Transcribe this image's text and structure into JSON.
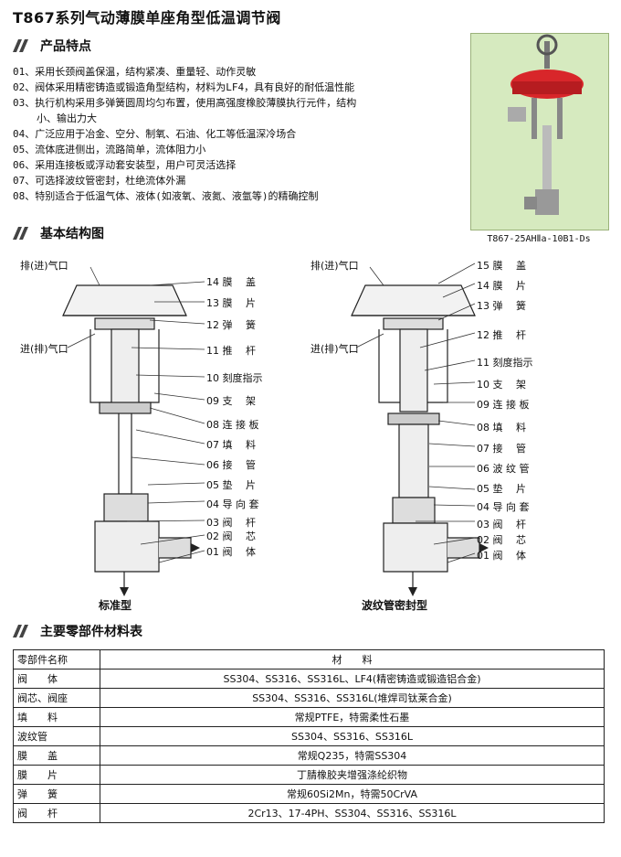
{
  "title": "T867系列气动薄膜单座角型低温调节阀",
  "features_heading": "产品特点",
  "features": [
    "01、采用长颈阀盖保温，结构紧凑、重量轻、动作灵敏",
    "02、阀体采用精密铸造或锻造角型结构，材料为LF4，具有良好的耐低温性能",
    "03、执行机构采用多弹簧圆周均匀布置，使用高强度橡胶薄膜执行元件，结构",
    "小、输出力大",
    "04、广泛应用于冶金、空分、制氧、石油、化工等低温深冷场合",
    "05、流体底进侧出，流路简单，流体阻力小",
    "06、采用连接板或浮动套安装型，用户可灵活选择",
    "07、可选择波纹管密封，杜绝流体外漏",
    "08、特别适合于低温气体、液体(如液氧、液氮、液氩等)的精确控制"
  ],
  "photo_caption": "T867-25AHⅡa-10B1-Ds",
  "structure_heading": "基本结构图",
  "diagram_left": {
    "title": "标准型",
    "port_top": "排(进)气口",
    "port_mid": "进(排)气口",
    "parts": [
      "14 膜　 盖",
      "13 膜　 片",
      "12 弹　 簧",
      "11 推　 杆",
      "10 刻度指示",
      "09 支　 架",
      "08 连 接 板",
      "07 填　 料",
      "06 接　 管",
      "05 垫　 片",
      "04 导 向 套",
      "03 阀　 杆",
      "02 阀　 芯",
      "01 阀　 体"
    ]
  },
  "diagram_right": {
    "title": "波纹管密封型",
    "port_top": "排(进)气口",
    "port_mid": "进(排)气口",
    "parts": [
      "15 膜　 盖",
      "14 膜　 片",
      "13 弹　 簧",
      "12 推　 杆",
      "11 刻度指示",
      "10 支　 架",
      "09 连 接 板",
      "08 填　 料",
      "07 接　 管",
      "06 波 纹 管",
      "05 垫　 片",
      "04 导 向 套",
      "03 阀　 杆",
      "02 阀　 芯",
      "01 阀　 体"
    ]
  },
  "materials_heading": "主要零部件材料表",
  "materials": {
    "header": [
      "零部件名称",
      "材　　料"
    ],
    "rows": [
      [
        "阀　　体",
        "SS304、SS316、SS316L、LF4(精密铸造或锻造铝合金)"
      ],
      [
        "阀芯、阀座",
        "SS304、SS316、SS316L(堆焊司钛莱合金)"
      ],
      [
        "填　　料",
        "常规PTFE，特需柔性石墨"
      ],
      [
        "波纹管",
        "SS304、SS316、SS316L"
      ],
      [
        "膜　　盖",
        "常规Q235，特需SS304"
      ],
      [
        "膜　　片",
        "丁腈橡胶夹增强涤纶织物"
      ],
      [
        "弹　　簧",
        "常规60Si2Mn，特需50CrVA"
      ],
      [
        "阀　　杆",
        "2Cr13、17-4PH、SS304、SS316、SS316L"
      ]
    ]
  },
  "colors": {
    "actuator": "#d8262a",
    "photo_bg": "#d6eabf",
    "watermark": "#f4ec6a"
  }
}
